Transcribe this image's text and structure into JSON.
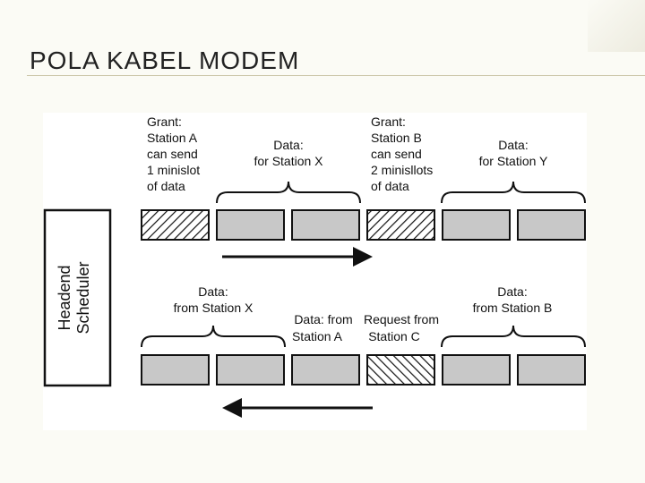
{
  "slide": {
    "title": "POLA KABEL MODEM"
  },
  "diagram": {
    "scheduler_label_line1": "Headend",
    "scheduler_label_line2": "Scheduler",
    "downstream": {
      "grant_a": [
        "Grant:",
        "Station A",
        "can send",
        "1 minislot",
        "of data"
      ],
      "data_x": [
        "Data:",
        "for Station X"
      ],
      "grant_b": [
        "Grant:",
        "Station B",
        "can send",
        "2 minisllots",
        "of data"
      ],
      "data_y": [
        "Data:",
        "for Station Y"
      ]
    },
    "upstream": {
      "data_from_x": [
        "Data:",
        "from Station X"
      ],
      "data_from_a": [
        "Data: from",
        "Station A"
      ],
      "request_from_c": [
        "Request from",
        "Station C"
      ],
      "data_from_b": [
        "Data:",
        "from Station B"
      ]
    },
    "colors": {
      "slot_fill": "#c8c8c8",
      "slot_stroke": "#111111",
      "arrow": "#111111"
    }
  }
}
